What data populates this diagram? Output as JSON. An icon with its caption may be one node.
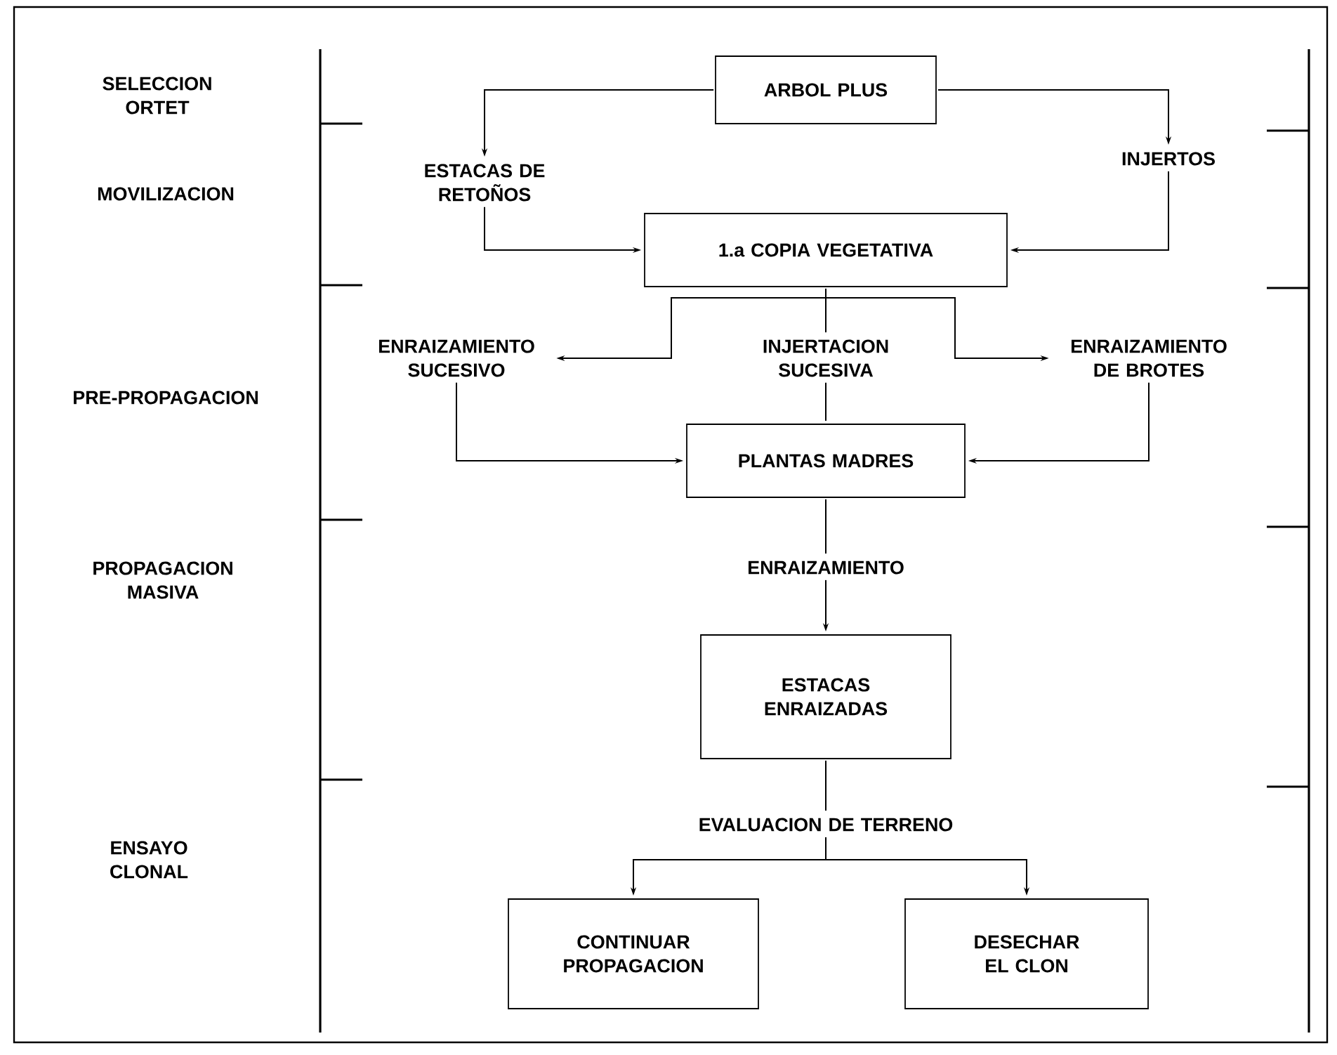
{
  "diagram": {
    "nodes": [
      {
        "text": [
          "ARBOL PLUS"
        ]
      },
      {
        "text": [
          "ESTACAS DE RETOÑOS"
        ]
      },
      {
        "text": [
          "INJERTOS"
        ]
      },
      {
        "text": [
          "1.a COPIA VEGETATIVA"
        ]
      },
      {
        "text": [
          "ENRAIZAMIENTO SUCESIVO"
        ]
      },
      {
        "text": [
          "INJERTACION SUCESIVA"
        ]
      },
      {
        "text": [
          "ENRAIZAMIENTO DE BROTES"
        ]
      },
      {
        "text": [
          "PLANTAS MADRES"
        ]
      },
      {
        "text": [
          "ENRAIZAMIENTO"
        ]
      },
      {
        "text": [
          "ESTACAS ENRAIZADAS"
        ]
      },
      {
        "text": [
          "EVALUACION DE TERRENO"
        ]
      },
      {
        "text": [
          "CONTINUAR PROPAGACION"
        ]
      },
      {
        "text": [
          "DESECHAR EL CLON"
        ]
      }
    ],
    "edges": [
      {
        "from": 0,
        "to": 1,
        "arrow": "to"
      },
      {
        "from": 0,
        "to": 2,
        "arrow": "to"
      },
      {
        "from": 1,
        "to": 3,
        "arrow": "to"
      },
      {
        "from": 2,
        "to": 3,
        "arrow": "to"
      },
      {
        "from": 3,
        "to": 4,
        "arrow": "to"
      },
      {
        "from": 3,
        "to": 5,
        "arrow": "none"
      },
      {
        "from": 3,
        "to": 6,
        "arrow": "to"
      },
      {
        "from": 4,
        "to": 7,
        "arrow": "to"
      },
      {
        "from": 5,
        "to": 7,
        "arrow": "none"
      },
      {
        "from": 6,
        "to": 7,
        "arrow": "to"
      },
      {
        "from": 7,
        "to": 8,
        "arrow": "none"
      },
      {
        "from": 8,
        "to": 9,
        "arrow": "to"
      },
      {
        "from": 9,
        "to": 10,
        "arrow": "none"
      },
      {
        "from": 10,
        "to": 11,
        "arrow": "to"
      },
      {
        "from": 10,
        "to": 12,
        "arrow": "to"
      }
    ],
    "labels": [
      "SELECCION ORTET",
      "MOVILIZACION",
      "PRE-PROPAGACION",
      "PROPAGACION MASIVA",
      "ENSAYO CLONAL"
    ]
  }
}
